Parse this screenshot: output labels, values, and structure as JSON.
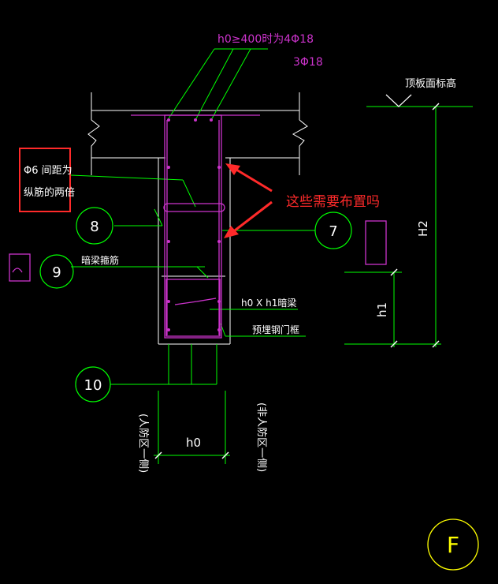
{
  "annotations": {
    "top_rebar_line1": "h0≥400时为4Φ18",
    "top_rebar_line2": "3Φ18",
    "slab_elevation": "顶板面标高",
    "stirrup_note_line1": "Φ6 间距为",
    "stirrup_note_line2": "纵筋的两倍",
    "question": "这些需要布置吗",
    "hidden_beam_stirrup": "暗梁箍筋",
    "hidden_beam": "h0 X h1暗梁",
    "embedded_door_frame": "预埋钢门框",
    "dim_h0": "h0",
    "dim_h1": "h1",
    "dim_H2": "H2",
    "zone_civil": "(人防区一侧)",
    "zone_non_civil": "(非人防区一侧)"
  },
  "callouts": {
    "c7": "7",
    "c8": "8",
    "c9": "9",
    "c10": "10"
  },
  "axis_label": "F",
  "colors": {
    "background": "#000000",
    "line": "#ffffff",
    "leader": "#00ff00",
    "rebar": "#cc33cc",
    "text": "#ffffff",
    "highlight": "#ff2a2a",
    "axis": "#ffff00"
  }
}
